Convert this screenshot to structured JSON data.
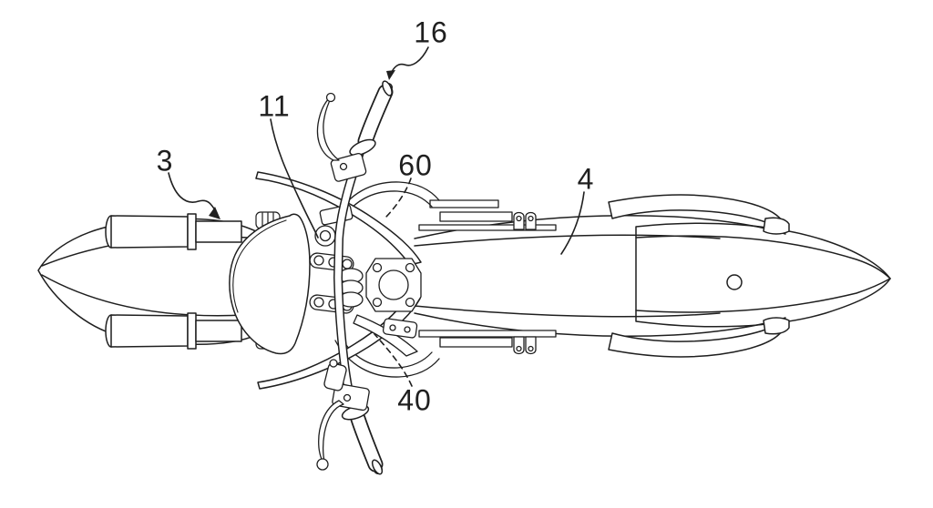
{
  "figure": {
    "kind": "patent-style line drawing",
    "view": "top plan view of a motorcycle",
    "background_color": "#ffffff",
    "line_color": "#1f1f1f"
  },
  "labels": [
    {
      "text": "16",
      "leader": "solid",
      "arrowhead": true,
      "points_to": "handlebar-top-end"
    },
    {
      "text": "11",
      "leader": "solid",
      "arrowhead": false,
      "points_to": "steering-head-clamp"
    },
    {
      "text": "60",
      "leader": "dashed",
      "arrowhead": false,
      "points_to": "front-frame-shroud"
    },
    {
      "text": "3",
      "leader": "solid",
      "arrowhead": true,
      "points_to": "front-fork-tube"
    },
    {
      "text": "4",
      "leader": "solid",
      "arrowhead": false,
      "points_to": "seat-body"
    },
    {
      "text": "40",
      "leader": "dashed",
      "arrowhead": false,
      "points_to": "lower-frame-bracket"
    }
  ]
}
